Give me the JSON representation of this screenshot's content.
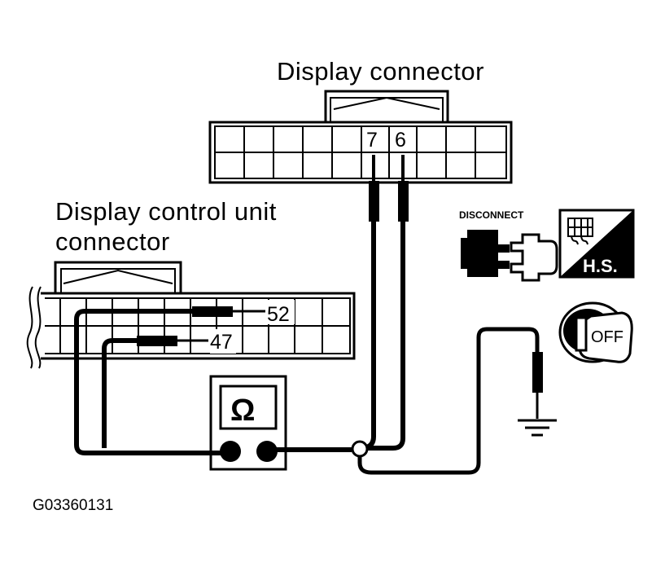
{
  "labels": {
    "display_connector": "Display connector",
    "control_unit_line1": "Display control unit",
    "control_unit_line2": "connector",
    "figure_code": "G03360131"
  },
  "pins": {
    "pin_7": "7",
    "pin_6": "6",
    "pin_52": "52",
    "pin_47": "47"
  },
  "meter": {
    "symbol": "Ω"
  },
  "icons": {
    "disconnect": "DISCONNECT",
    "harness_side": "H.S.",
    "ignition_off": "OFF"
  }
}
